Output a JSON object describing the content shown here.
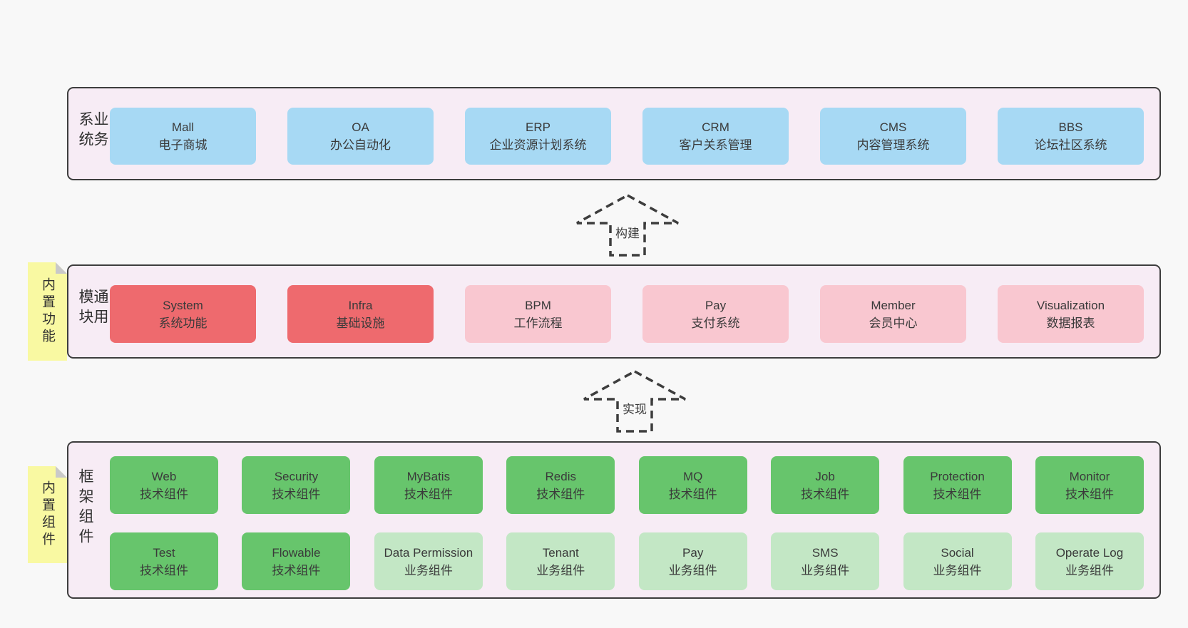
{
  "colors": {
    "page_bg": "#f8f8f8",
    "band_bg": "#f7ecf5",
    "band_border": "#3d3d3d",
    "blue": "#a7d9f4",
    "red": "#ee6a6e",
    "pink": "#f9c7d0",
    "green": "#67c56c",
    "light_green": "#c3e7c5",
    "note_yellow": "#f9f9a2",
    "note_fold": "#c9c9c9",
    "text": "#3a3a3a"
  },
  "bands": {
    "business": {
      "label": "业务系统",
      "boxes": [
        {
          "name": "Mall",
          "desc": "电子商城",
          "variant": "blue"
        },
        {
          "name": "OA",
          "desc": "办公自动化",
          "variant": "blue"
        },
        {
          "name": "ERP",
          "desc": "企业资源计划系统",
          "variant": "blue"
        },
        {
          "name": "CRM",
          "desc": "客户关系管理",
          "variant": "blue"
        },
        {
          "name": "CMS",
          "desc": "内容管理系统",
          "variant": "blue"
        },
        {
          "name": "BBS",
          "desc": "论坛社区系统",
          "variant": "blue"
        }
      ]
    },
    "modules": {
      "label": "通用模块",
      "note": "内置功能",
      "boxes": [
        {
          "name": "System",
          "desc": "系统功能",
          "variant": "red"
        },
        {
          "name": "Infra",
          "desc": "基础设施",
          "variant": "red"
        },
        {
          "name": "BPM",
          "desc": "工作流程",
          "variant": "pink"
        },
        {
          "name": "Pay",
          "desc": "支付系统",
          "variant": "pink"
        },
        {
          "name": "Member",
          "desc": "会员中心",
          "variant": "pink"
        },
        {
          "name": "Visualization",
          "desc": "数据报表",
          "variant": "pink"
        }
      ]
    },
    "framework": {
      "label": "框架组件",
      "note": "内置组件",
      "row1": [
        {
          "name": "Web",
          "desc": "技术组件",
          "variant": "green"
        },
        {
          "name": "Security",
          "desc": "技术组件",
          "variant": "green"
        },
        {
          "name": "MyBatis",
          "desc": "技术组件",
          "variant": "green"
        },
        {
          "name": "Redis",
          "desc": "技术组件",
          "variant": "green"
        },
        {
          "name": "MQ",
          "desc": "技术组件",
          "variant": "green"
        },
        {
          "name": "Job",
          "desc": "技术组件",
          "variant": "green"
        },
        {
          "name": "Protection",
          "desc": "技术组件",
          "variant": "green"
        },
        {
          "name": "Monitor",
          "desc": "技术组件",
          "variant": "green"
        }
      ],
      "row2": [
        {
          "name": "Test",
          "desc": "技术组件",
          "variant": "green"
        },
        {
          "name": "Flowable",
          "desc": "技术组件",
          "variant": "green"
        },
        {
          "name": "Data Permission",
          "desc": "业务组件",
          "variant": "light-green"
        },
        {
          "name": "Tenant",
          "desc": "业务组件",
          "variant": "light-green"
        },
        {
          "name": "Pay",
          "desc": "业务组件",
          "variant": "light-green"
        },
        {
          "name": "SMS",
          "desc": "业务组件",
          "variant": "light-green"
        },
        {
          "name": "Social",
          "desc": "业务组件",
          "variant": "light-green"
        },
        {
          "name": "Operate Log",
          "desc": "业务组件",
          "variant": "light-green"
        }
      ]
    }
  },
  "arrows": [
    {
      "label": "构建"
    },
    {
      "label": "实现"
    }
  ]
}
